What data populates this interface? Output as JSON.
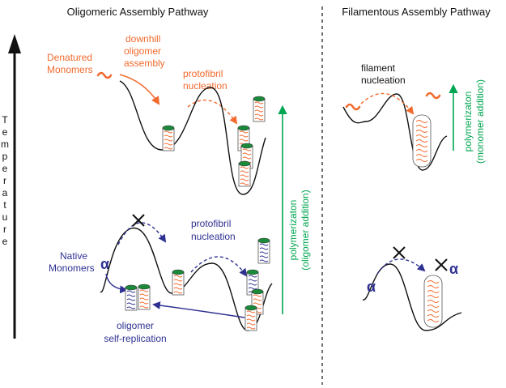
{
  "titles": {
    "left": "Oligomeric Assembly Pathway",
    "right": "Filamentous Assembly Pathway"
  },
  "axis": {
    "label_letters": [
      "T",
      "e",
      "m",
      "p",
      "e",
      "r",
      "a",
      "t",
      "u",
      "r",
      "e"
    ]
  },
  "left_top": {
    "denatured_line1": "Denatured",
    "denatured_line2": "Monomers",
    "downhill_line1": "downhill",
    "downhill_line2": "oligomer",
    "downhill_line3": "assembly",
    "protofibril_line1": "protofibril",
    "protofibril_line2": "nucleation"
  },
  "left_bottom": {
    "native_line1": "Native",
    "native_line2": "Monomers",
    "protofibril_line1": "protofibril",
    "protofibril_line2": "nucleation",
    "oligomer_line1": "oligomer",
    "oligomer_line2": "self-replication",
    "alpha": "α"
  },
  "left_polymerization": {
    "line1": "polymerizaton",
    "line2": "(oligomer addition)"
  },
  "right_top": {
    "filament_line1": "filament",
    "filament_line2": "nucleation",
    "poly_line1": "polymerizaton",
    "poly_line2": "(monomer addition)"
  },
  "right_bottom": {
    "alpha_left": "α",
    "alpha_right": "α"
  },
  "colors": {
    "orange": "#f26a2e",
    "blue": "#2e3192",
    "green": "#00a651",
    "cylinder_cap": "#1a8a3a",
    "black": "#111111"
  }
}
